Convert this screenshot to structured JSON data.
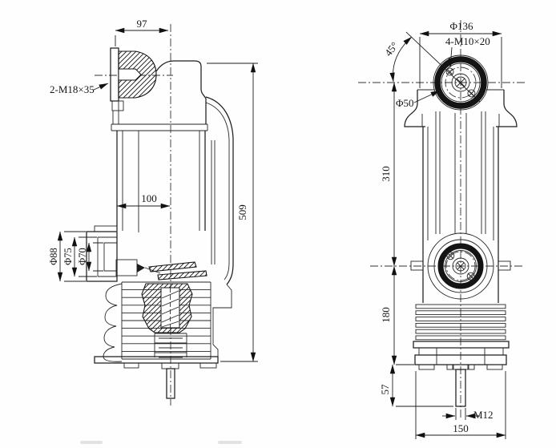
{
  "drawing": {
    "title": "vacuum interrupter pole outline drawing (two views)",
    "left_view": {
      "dim_top_width": "97",
      "terminal_thread_label": "2-M18×35",
      "dim_mid_width": "100",
      "dim_total_height": "509",
      "dim_dia_88": "Φ88",
      "dim_dia_75": "Φ75",
      "dim_dia_70": "Φ70"
    },
    "right_view": {
      "dim_flange_dia": "Φ136",
      "bolt_holes_label": "4-M10×20",
      "dim_bolt_angle": "45°",
      "dim_boss_dia": "Φ50",
      "dim_center_distance": "310",
      "dim_lower_section": "180",
      "dim_stem_length": "57",
      "stem_thread_label": "M12",
      "dim_base_width": "150"
    }
  }
}
